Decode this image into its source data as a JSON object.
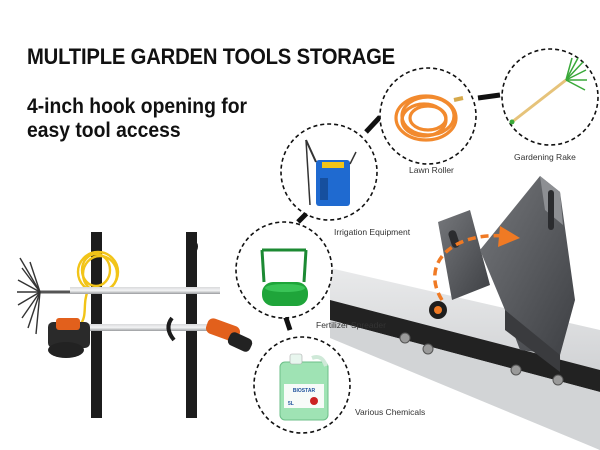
{
  "headline": "MULTIPLE GARDEN TOOLS STORAGE",
  "subhead": {
    "line1": "4-inch hook opening for",
    "line2": "easy tool access"
  },
  "tools": [
    {
      "label": "Gardening Rake",
      "icon": "rake-icon"
    },
    {
      "label": "Lawn Roller",
      "icon": "hose-icon"
    },
    {
      "label": "Irrigation Equipment",
      "icon": "sprayer-icon"
    },
    {
      "label": "Fertilizer Spreader",
      "icon": "roller-icon"
    },
    {
      "label": "Various Chemicals",
      "icon": "chemical-jug-icon"
    }
  ],
  "jug_label": {
    "brand": "BIOSTAR",
    "volume": "5L"
  },
  "colors": {
    "accent_orange": "#f07a24",
    "rack_dark": "#1c1c1c",
    "bracket_gray": "#5a5c60",
    "hose_orange": "#f28a2e",
    "sprayer_blue": "#1f6ad0",
    "roller_green": "#1fa53a",
    "chemical_green": "#9fe3b4"
  }
}
